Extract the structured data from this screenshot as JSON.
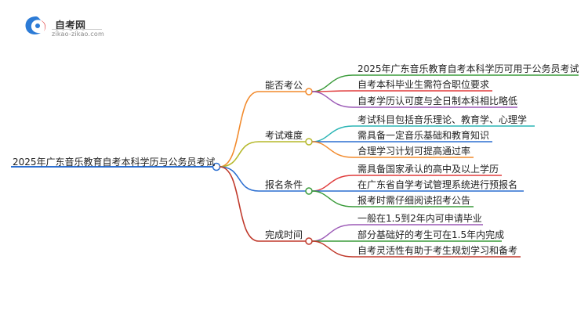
{
  "site": {
    "name": "自考网",
    "url": "zikao-zikao.com"
  },
  "root": "2025年广东音乐教育自考本科学历与公务员考试",
  "branches": [
    {
      "label": "能否考公",
      "color": "#f28a2c",
      "leaves": [
        "2025年广东音乐教育自考本科学历可用于公务员考试",
        "自考本科毕业生需符合职位要求",
        "自考学历认可度与全日制本科相比略低"
      ],
      "leaf_colors": [
        "#3a9b3a",
        "#e03c3c",
        "#9b59b6"
      ]
    },
    {
      "label": "考试难度",
      "color": "#b5b82a",
      "leaves": [
        "考试科目包括音乐理论、教育学、心理学",
        "需具备一定音乐基础和教育知识",
        "合理学习计划可提高通过率"
      ],
      "leaf_colors": [
        "#2bb5b5",
        "#2c6fd1",
        "#f28a2c"
      ]
    },
    {
      "label": "报名条件",
      "color": "#2c6fd1",
      "leaves": [
        "需具备国家承认的高中及以上学历",
        "在广东省自学考试管理系统进行预报名",
        "报考时需仔细阅读招考公告"
      ],
      "leaf_colors": [
        "#e03c3c",
        "#2c6fd1",
        "#3a9b3a"
      ]
    },
    {
      "label": "完成时间",
      "color": "#c0392b",
      "leaves": [
        "一般在1.5到2年内可申请毕业",
        "部分基础好的考生可在1.5年内完成",
        "自考灵活性有助于考生规划学习和备考"
      ],
      "leaf_colors": [
        "#9b59b6",
        "#3a9b3a",
        "#c0392b"
      ]
    }
  ]
}
